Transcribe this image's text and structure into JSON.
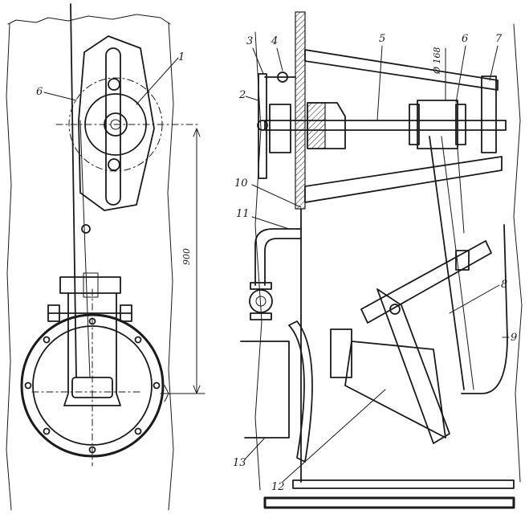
{
  "labels": {
    "l1": "1",
    "l2": "2",
    "l3": "3",
    "l4": "4",
    "l5": "5",
    "l6_left": "6",
    "l6_right": "6",
    "l7": "7",
    "l8": "8",
    "l9": "9",
    "l10": "10",
    "l11": "11",
    "l12": "12",
    "l13": "13"
  },
  "dimensions": {
    "height": "900",
    "diameter": "Ø 168"
  }
}
